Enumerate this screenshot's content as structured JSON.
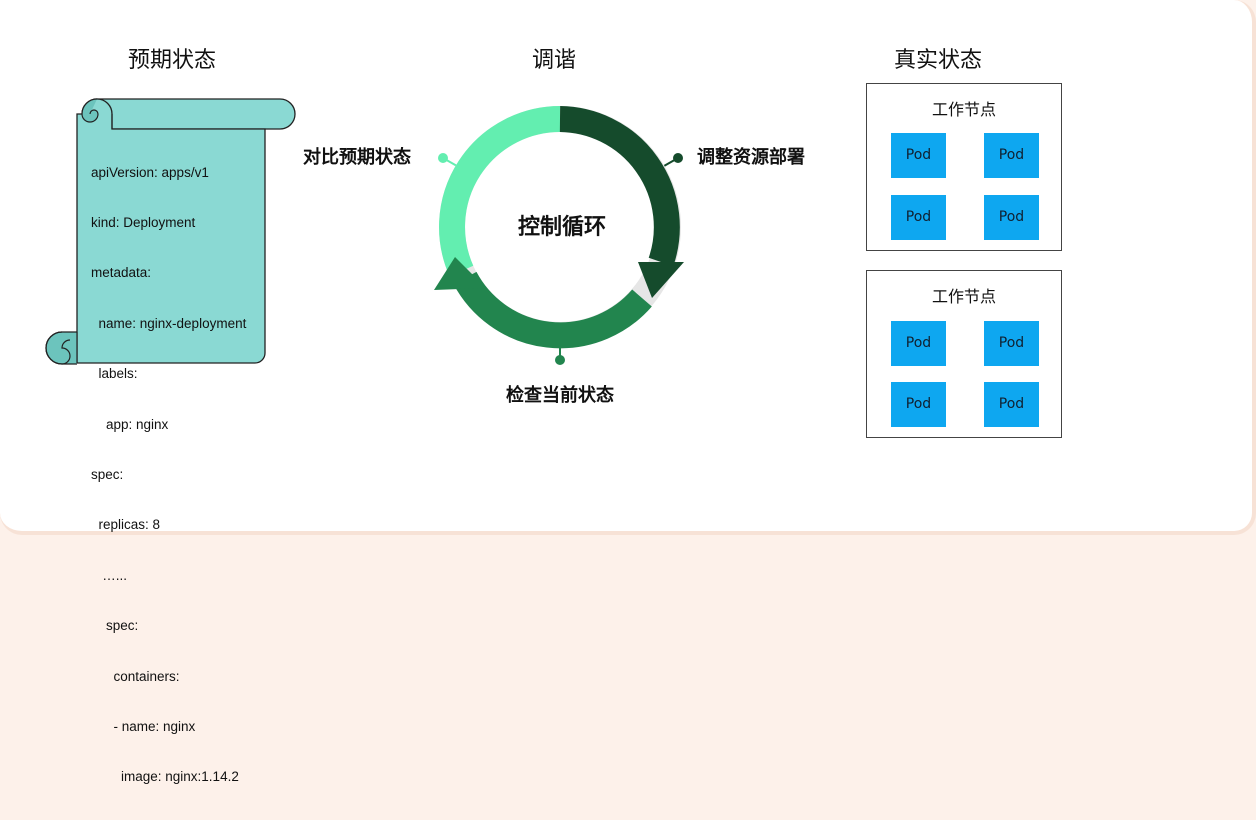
{
  "titles": {
    "desired": "预期状态",
    "reconcile": "调谐",
    "actual": "真实状态"
  },
  "yaml_lines": [
    "apiVersion: apps/v1",
    "kind: Deployment",
    "metadata:",
    "  name: nginx-deployment",
    "  labels:",
    "    app: nginx",
    "spec:",
    "  replicas: 8",
    "   …...",
    "    spec:",
    "      containers:",
    "      - name: nginx",
    "        image: nginx:1.14.2"
  ],
  "cycle": {
    "center": "控制循环",
    "compare": "对比预期状态",
    "adjust": "调整资源部署",
    "check": "检查当前状态"
  },
  "nodes": [
    {
      "title": "工作节点",
      "pods": [
        "Pod",
        "Pod",
        "Pod",
        "Pod"
      ]
    },
    {
      "title": "工作节点",
      "pods": [
        "Pod",
        "Pod",
        "Pod",
        "Pod"
      ]
    }
  ],
  "colors": {
    "scroll": "#8ad9d3",
    "arc_light": "#63eeb0",
    "arc_dark": "#154b2c",
    "arc_mid": "#22854e",
    "pod": "#0ea7f0"
  }
}
